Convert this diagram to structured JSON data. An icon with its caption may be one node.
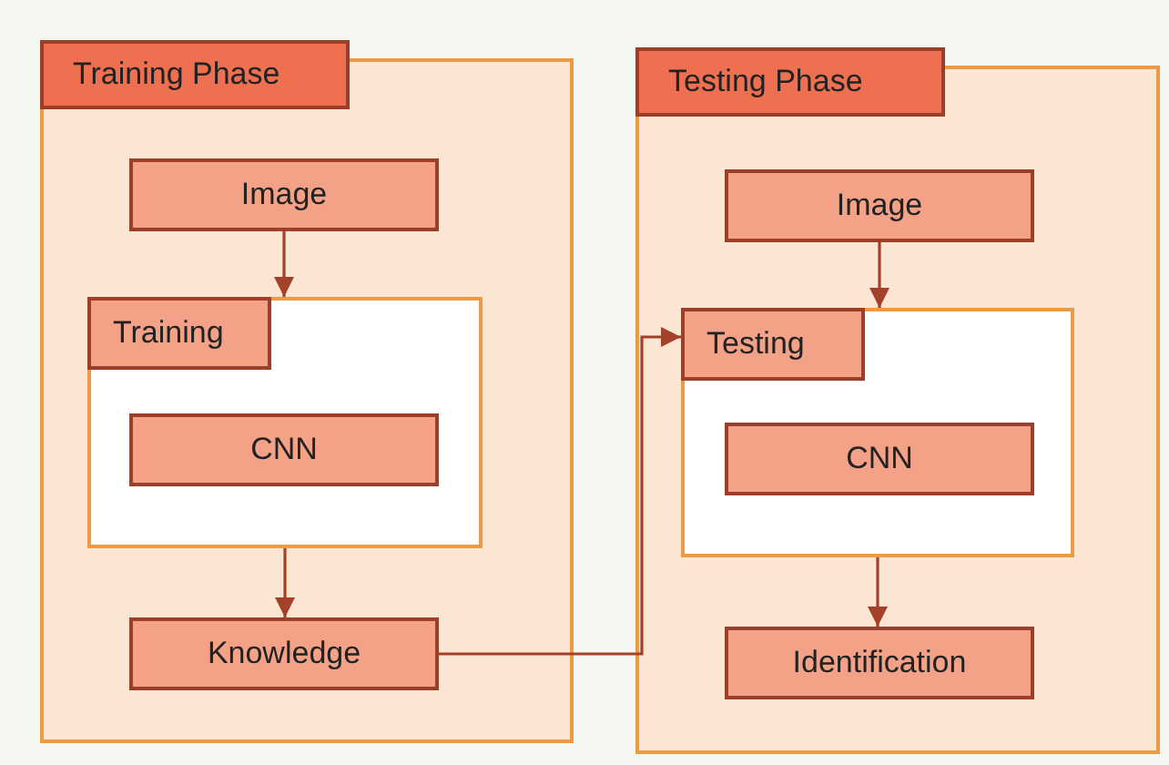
{
  "diagram": {
    "nodes": [
      {
        "text": [
          "Training Phase"
        ]
      },
      {
        "text": [
          "Image"
        ],
        "in": 0
      },
      {
        "text": [
          "Training"
        ],
        "in": 0
      },
      {
        "text": [
          "CNN"
        ],
        "in": 2
      },
      {
        "text": [
          "Knowledge"
        ],
        "in": 0
      },
      {
        "text": [
          "Testing Phase"
        ]
      },
      {
        "text": [
          "Image"
        ],
        "in": 5
      },
      {
        "text": [
          "Testing"
        ],
        "in": 5
      },
      {
        "text": [
          "CNN"
        ],
        "in": 7
      },
      {
        "text": [
          "Identification"
        ],
        "in": 5
      }
    ],
    "edges": [
      {
        "from": 1,
        "to": 2,
        "arrow": "to"
      },
      {
        "from": 2,
        "to": 4,
        "arrow": "to"
      },
      {
        "from": 4,
        "to": 7,
        "arrow": "to"
      },
      {
        "from": 6,
        "to": 7,
        "arrow": "to"
      },
      {
        "from": 7,
        "to": 9,
        "arrow": "to"
      }
    ]
  }
}
